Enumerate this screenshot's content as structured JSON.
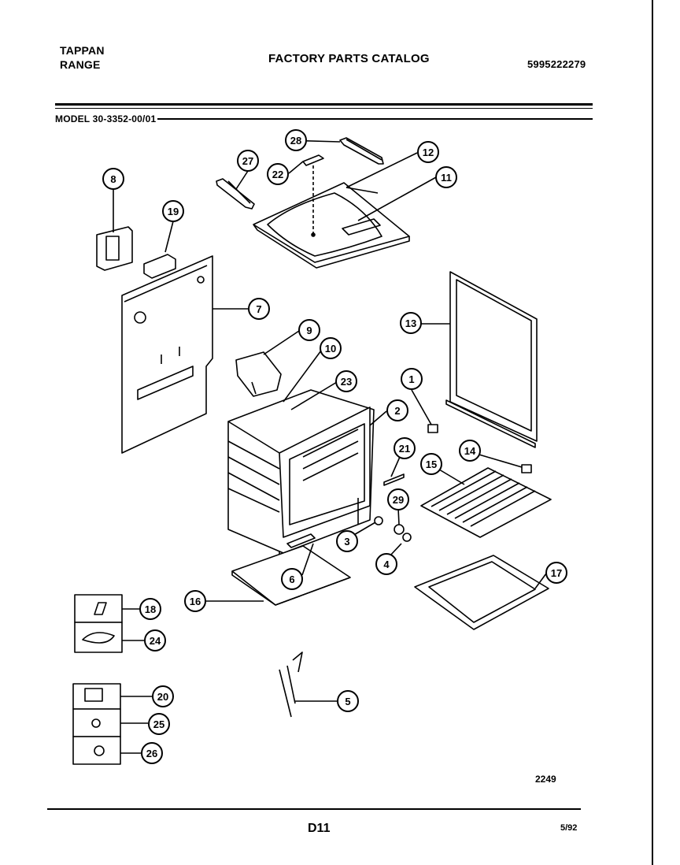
{
  "header": {
    "brand_line1": "TAPPAN",
    "brand_line2": "RANGE",
    "title": "FACTORY PARTS CATALOG",
    "part_number": "5995222279",
    "model": "MODEL 30-3352-00/01"
  },
  "footer": {
    "figure_number": "2249",
    "page": "D11",
    "date": "5/92"
  },
  "callouts": [
    {
      "id": "c1",
      "label": "1"
    },
    {
      "id": "c2",
      "label": "2"
    },
    {
      "id": "c3",
      "label": "3"
    },
    {
      "id": "c4",
      "label": "4"
    },
    {
      "id": "c5",
      "label": "5"
    },
    {
      "id": "c6",
      "label": "6"
    },
    {
      "id": "c7",
      "label": "7"
    },
    {
      "id": "c8",
      "label": "8"
    },
    {
      "id": "c9",
      "label": "9"
    },
    {
      "id": "c10",
      "label": "10"
    },
    {
      "id": "c11",
      "label": "11"
    },
    {
      "id": "c12",
      "label": "12"
    },
    {
      "id": "c13",
      "label": "13"
    },
    {
      "id": "c14",
      "label": "14"
    },
    {
      "id": "c15",
      "label": "15"
    },
    {
      "id": "c16",
      "label": "16"
    },
    {
      "id": "c17",
      "label": "17"
    },
    {
      "id": "c18",
      "label": "18"
    },
    {
      "id": "c19",
      "label": "19"
    },
    {
      "id": "c20",
      "label": "20"
    },
    {
      "id": "c21",
      "label": "21"
    },
    {
      "id": "c22",
      "label": "22"
    },
    {
      "id": "c23",
      "label": "23"
    },
    {
      "id": "c24",
      "label": "24"
    },
    {
      "id": "c25",
      "label": "25"
    },
    {
      "id": "c26",
      "label": "26"
    },
    {
      "id": "c27",
      "label": "27"
    },
    {
      "id": "c28",
      "label": "28"
    },
    {
      "id": "c29",
      "label": "29"
    }
  ]
}
